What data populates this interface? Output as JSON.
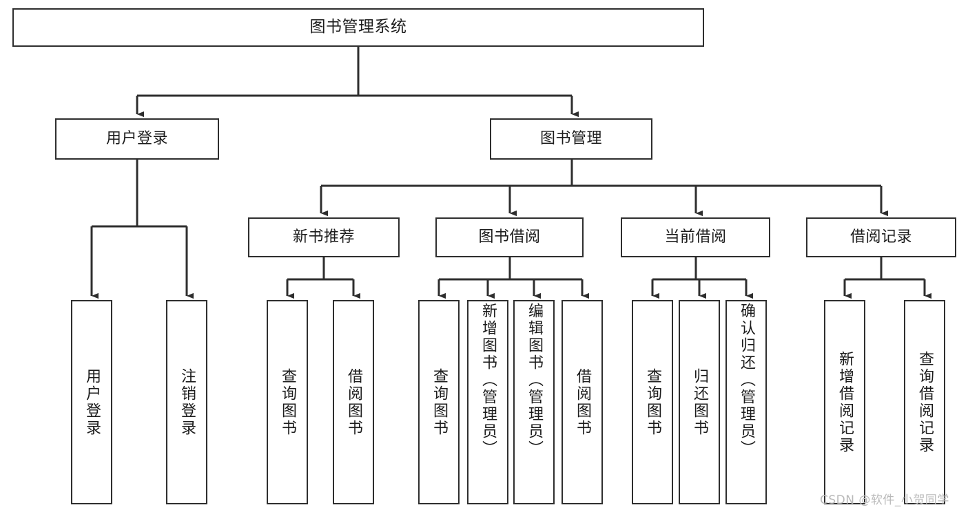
{
  "diagram": {
    "title": "图书管理系统",
    "type": "hierarchy-tree",
    "watermark": "CSDN @软件_小贺同学",
    "colors": {
      "border": "#2e2e2e",
      "background": "#ffffff",
      "text": "#1c1c1c",
      "watermark": "#b9b9b9"
    },
    "levels": {
      "root": "图书管理系统",
      "level2": [
        "用户登录",
        "图书管理"
      ],
      "level3": [
        "新书推荐",
        "图书借阅",
        "当前借阅",
        "借阅记录"
      ]
    },
    "nodes": {
      "root": {
        "label": "图书管理系统"
      },
      "user_login": {
        "label": "用户登录"
      },
      "book_manage": {
        "label": "图书管理"
      },
      "new_book_rec": {
        "label": "新书推荐"
      },
      "book_borrow": {
        "label": "图书借阅"
      },
      "current_borrow": {
        "label": "当前借阅"
      },
      "borrow_record": {
        "label": "借阅记录"
      },
      "leaf_user_login": {
        "label": "用户登录"
      },
      "leaf_user_logout": {
        "label": "注销登录"
      },
      "leaf_rec_query": {
        "label": "查询图书"
      },
      "leaf_rec_borrow": {
        "label": "借阅图书"
      },
      "leaf_borrow_query": {
        "label": "查询图书"
      },
      "leaf_borrow_add": {
        "label": "新增图书（管理员）"
      },
      "leaf_borrow_edit": {
        "label": "编辑图书（管理员）"
      },
      "leaf_borrow_lend": {
        "label": "借阅图书"
      },
      "leaf_cur_query": {
        "label": "查询图书"
      },
      "leaf_cur_return": {
        "label": "归还图书"
      },
      "leaf_cur_confirm": {
        "label": "确认归还（管理员）"
      },
      "leaf_rec_add": {
        "label": "新增借阅记录"
      },
      "leaf_rec_search": {
        "label": "查询借阅记录"
      }
    },
    "tree": {
      "label": "图书管理系统",
      "children": [
        {
          "label": "用户登录",
          "children": [
            {
              "label": "用户登录"
            },
            {
              "label": "注销登录"
            }
          ]
        },
        {
          "label": "图书管理",
          "children": [
            {
              "label": "新书推荐",
              "children": [
                {
                  "label": "查询图书"
                },
                {
                  "label": "借阅图书"
                }
              ]
            },
            {
              "label": "图书借阅",
              "children": [
                {
                  "label": "查询图书"
                },
                {
                  "label": "新增图书（管理员）"
                },
                {
                  "label": "编辑图书（管理员）"
                },
                {
                  "label": "借阅图书"
                }
              ]
            },
            {
              "label": "当前借阅",
              "children": [
                {
                  "label": "查询图书"
                },
                {
                  "label": "归还图书"
                },
                {
                  "label": "确认归还（管理员）"
                }
              ]
            },
            {
              "label": "借阅记录",
              "children": [
                {
                  "label": "新增借阅记录"
                },
                {
                  "label": "查询借阅记录"
                }
              ]
            }
          ]
        }
      ]
    }
  }
}
